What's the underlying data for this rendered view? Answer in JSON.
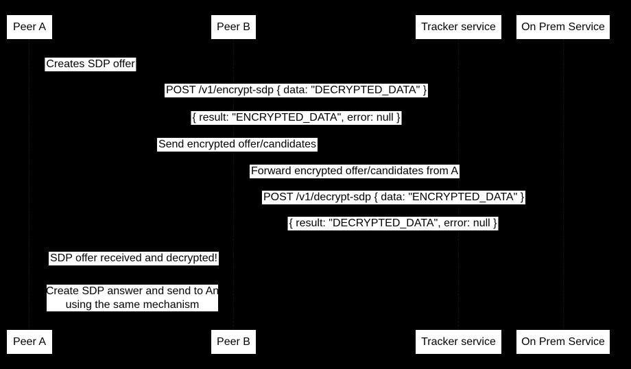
{
  "diagram": {
    "kind": "sequence-diagram",
    "background_color": "#000000",
    "label_background_color": "#ffffff",
    "label_text_color": "#000000"
  },
  "actors": {
    "peer_a": "Peer A",
    "peer_b": "Peer B",
    "tracker": "Tracker service",
    "on_prem": "On Prem Service"
  },
  "messages": {
    "creates_offer": "Creates SDP offer",
    "post_encrypt": "POST /v1/encrypt-sdp { data: \"DECRYPTED_DATA\" }",
    "encrypt_result": "{ result: \"ENCRYPTED_DATA\", error: null }",
    "send_encrypted": "Send encrypted offer/candidates",
    "forward_encrypted": "Forward encrypted offer/candidates from A",
    "post_decrypt": "POST /v1/decrypt-sdp { data: \"ENCRYPTED_DATA\" }",
    "decrypt_result": "{ result: \"DECRYPTED_DATA\", error: null }",
    "offer_received": "SDP offer received and decrypted!"
  },
  "note": {
    "line1": "Create SDP answer and send to An",
    "line2": "using the same mechanism"
  }
}
